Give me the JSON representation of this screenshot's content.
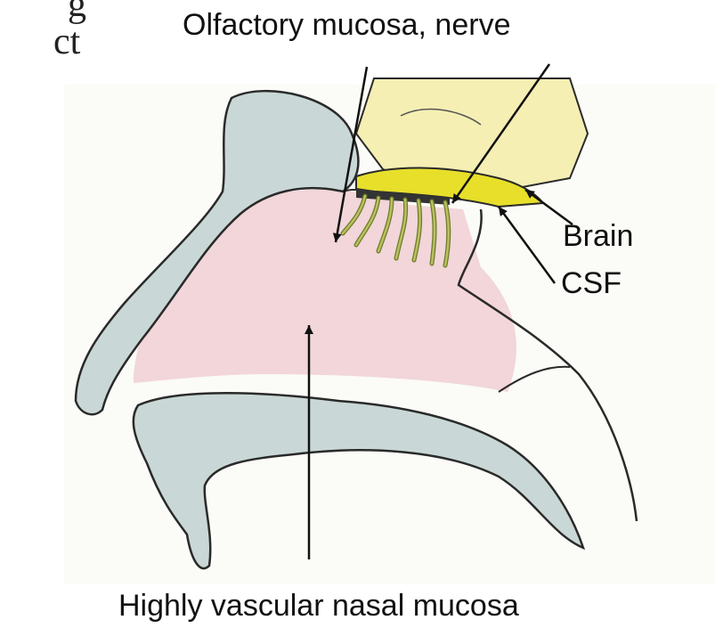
{
  "slide_fragment": {
    "line1": "g",
    "line2": "ct"
  },
  "labels": {
    "olfactory": "Olfactory mucosa, nerve",
    "brain": "Brain",
    "csf": "CSF",
    "nasal_mucosa": "Highly vascular nasal mucosa"
  },
  "colors": {
    "bone": "#c9d8d6",
    "brain_region": "#f6efb4",
    "csf_strip": "#e7df2a",
    "olfactory_nerve": "#9da84a",
    "nasal_mucosa": "#f0cfd3",
    "outline": "#2a2a2a"
  }
}
